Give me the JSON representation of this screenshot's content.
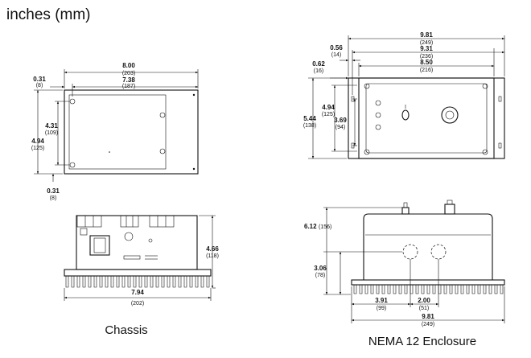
{
  "header": {
    "units_label": "inches (mm)"
  },
  "captions": {
    "chassis": "Chassis",
    "enclosure": "NEMA 12 Enclosure"
  },
  "chassis_top": {
    "width": {
      "main": "8.00",
      "sub": "(203)"
    },
    "inner_width": {
      "main": "7.38",
      "sub": "(187)"
    },
    "left_offset": {
      "main": "0.31",
      "sub": "(8)"
    },
    "overall_height": {
      "main": "4.94",
      "sub": "(125)"
    },
    "hole_spacing": {
      "main": "4.31",
      "sub": "(109)"
    },
    "bottom_offset": {
      "main": "0.31",
      "sub": "(8)"
    }
  },
  "chassis_side": {
    "height": {
      "main": "4.66",
      "sub": "(118)"
    },
    "width": {
      "main": "7.94",
      "sub": "(202)"
    }
  },
  "enclosure_top": {
    "overall_width": {
      "main": "9.81",
      "sub": "(249)"
    },
    "flange_width": {
      "main": "9.31",
      "sub": "(236)"
    },
    "body_width": {
      "main": "8.50",
      "sub": "(216)"
    },
    "small_offset": {
      "main": "0.56",
      "sub": "(14)"
    },
    "left_offset": {
      "main": "0.62",
      "sub": "(16)"
    },
    "overall_height": {
      "main": "5.44",
      "sub": "(138)"
    },
    "inner_height": {
      "main": "4.94",
      "sub": "(125)"
    },
    "center_height": {
      "main": "3.69",
      "sub": "(94)"
    }
  },
  "enclosure_side": {
    "height": {
      "main": "6.12",
      "sub": "(156)"
    },
    "knockout_height": {
      "main": "3.06",
      "sub": "(78)"
    },
    "knockout_left": {
      "main": "3.91",
      "sub": "(99)"
    },
    "knockout_spacing": {
      "main": "2.00",
      "sub": "(51)"
    },
    "overall_width": {
      "main": "9.81",
      "sub": "(249)"
    }
  }
}
